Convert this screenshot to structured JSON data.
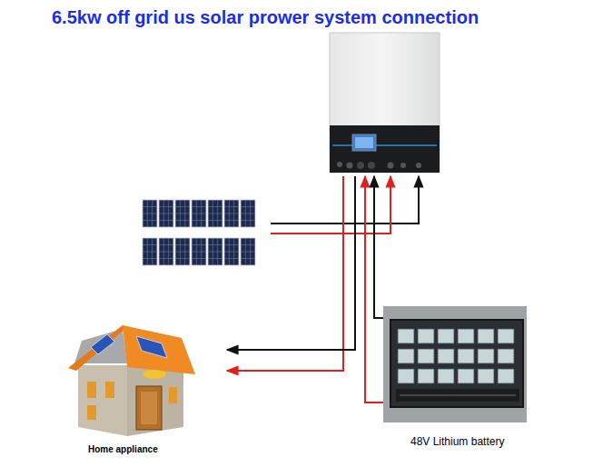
{
  "diagram": {
    "title": "6.5kw off grid us solar prower system connection",
    "labels": [
      "Home appliance",
      "48V Lithium battery"
    ]
  }
}
